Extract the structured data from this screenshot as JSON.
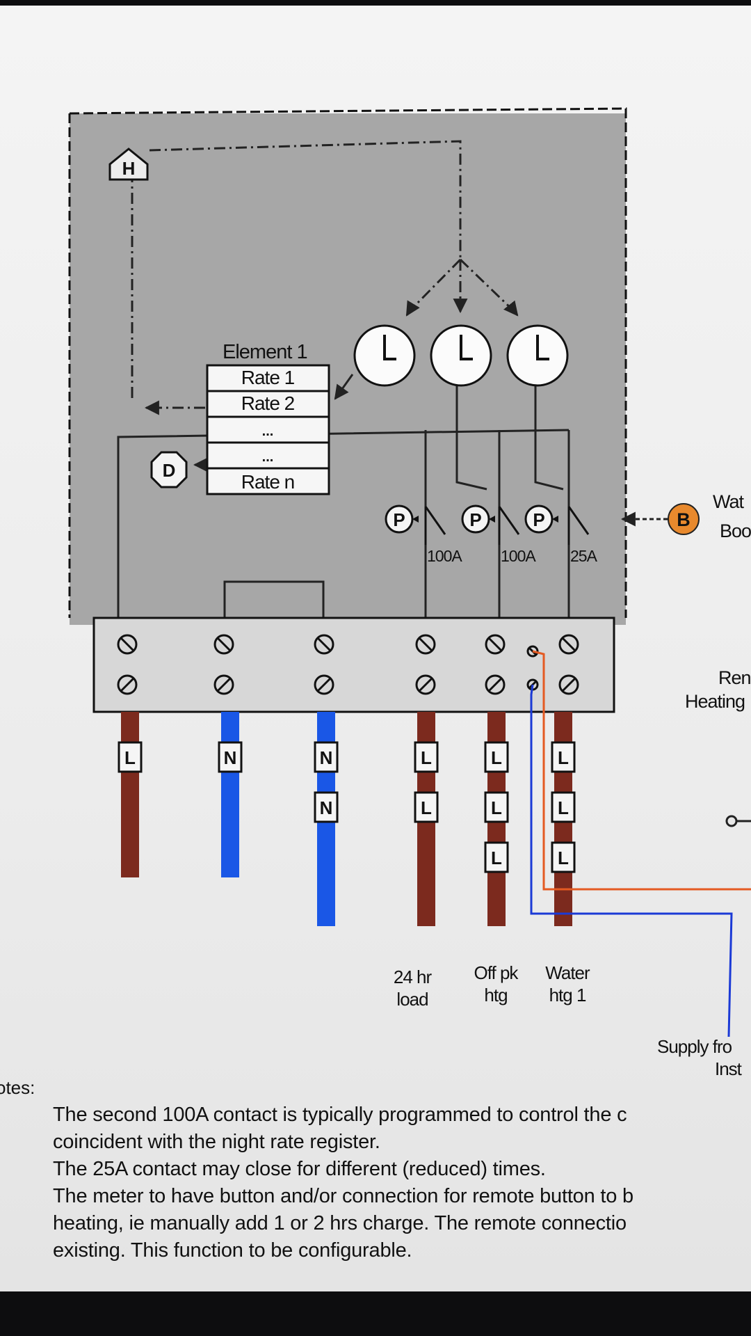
{
  "diagram": {
    "element_label": "Element 1",
    "rates": [
      "Rate 1",
      "Rate 2",
      "...",
      "...",
      "Rate n"
    ],
    "icons": {
      "h": "H",
      "d": "D",
      "p": "P",
      "b": "B"
    },
    "contacts": [
      "100A",
      "100A",
      "25A"
    ],
    "conductors": [
      {
        "tags": [
          "L"
        ]
      },
      {
        "tags": [
          "N"
        ]
      },
      {
        "tags": [
          "N",
          "N"
        ]
      },
      {
        "tags": [
          "L",
          "L"
        ]
      },
      {
        "tags": [
          "L",
          "L",
          "L"
        ]
      },
      {
        "tags": [
          "L",
          "L",
          "L"
        ]
      }
    ],
    "circuit_labels": [
      {
        "line1": "24 hr",
        "line2": "load"
      },
      {
        "line1": "Off pk",
        "line2": "htg"
      },
      {
        "line1": "Water",
        "line2": "htg 1"
      }
    ],
    "right_labels": {
      "wat_top": "Wat",
      "wat_bottom": "Boo",
      "rem_top": "Ren",
      "rem_bottom": "Heating",
      "supply_top": "Supply fro",
      "supply_bottom": "Inst"
    },
    "colors": {
      "enclosure": "#a7a7a7",
      "terminal_block": "#d7d7d7",
      "live": "#7c2a1e",
      "neutral": "#1a57e6",
      "boost": "#e8892d",
      "remote_wire": "#e45a22",
      "supply_wire": "#1b3ad6"
    }
  },
  "notes": {
    "heading": "otes:",
    "lines": [
      "The second 100A contact is typically programmed to control the c",
      "coincident with the night rate register.",
      "The 25A contact may close for different (reduced) times.",
      "The meter to have button and/or connection for remote button to b",
      "heating, ie manually add 1 or 2 hrs charge.  The remote connectio",
      "existing.  This function to be configurable."
    ]
  }
}
